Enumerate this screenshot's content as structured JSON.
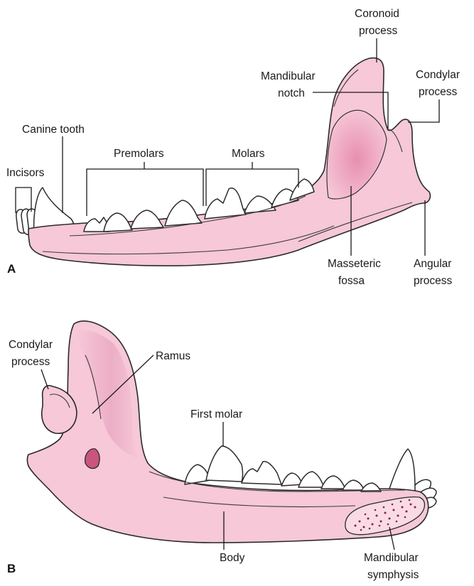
{
  "colors": {
    "bone": "#f6c8d8",
    "bone_shade": "#e79bb6",
    "fossa": "#eb9fbb",
    "tooth": "#ffffff",
    "outline": "#2a2a2a",
    "symphysis_dots": "#8c1d45"
  },
  "panel_a": {
    "letter": "A",
    "labels": {
      "coronoid_1": "Coronoid",
      "coronoid_2": "process",
      "mandibular_notch_1": "Mandibular",
      "mandibular_notch_2": "notch",
      "condylar_1": "Condylar",
      "condylar_2": "process",
      "canine": "Canine tooth",
      "incisors": "Incisors",
      "premolars": "Premolars",
      "molars": "Molars",
      "masseteric_1": "Masseteric",
      "masseteric_2": "fossa",
      "angular_1": "Angular",
      "angular_2": "process"
    }
  },
  "panel_b": {
    "letter": "B",
    "labels": {
      "condylar_1": "Condylar",
      "condylar_2": "process",
      "ramus": "Ramus",
      "first_molar": "First molar",
      "body": "Body",
      "symphysis_1": "Mandibular",
      "symphysis_2": "symphysis"
    }
  }
}
